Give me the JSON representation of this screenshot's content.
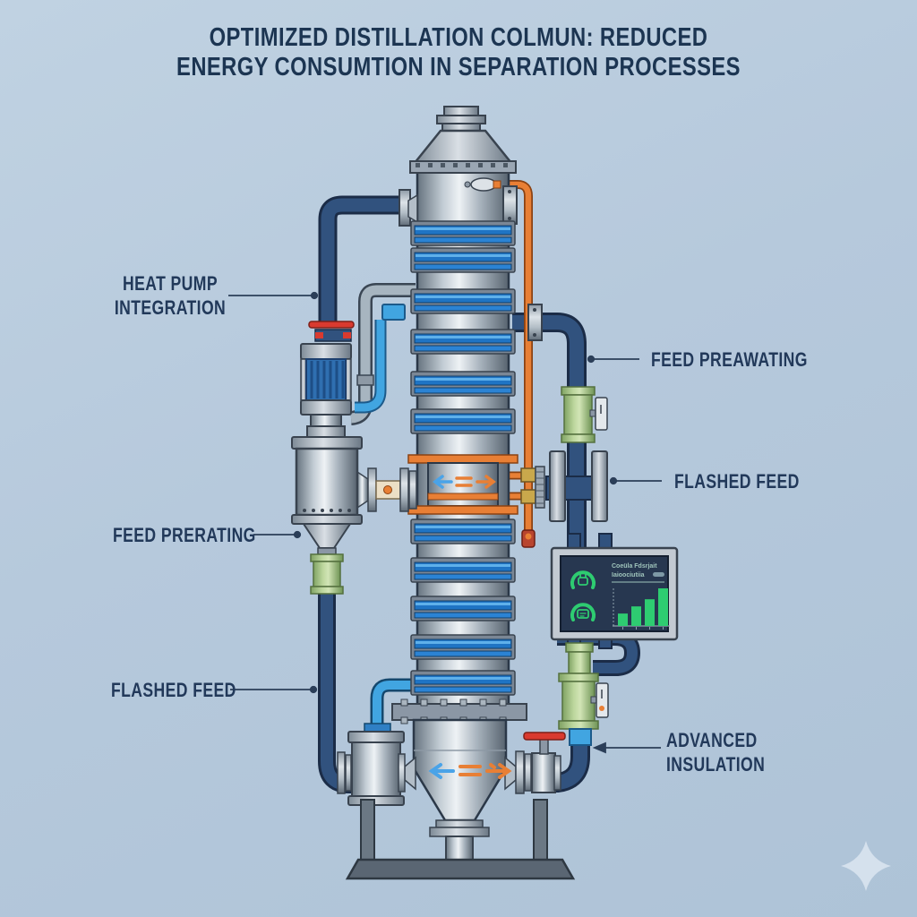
{
  "title": {
    "line1": "OPTIMIZED DISTILLATION COLMUN: REDUCED",
    "line2": "ENERGY CONSUMTION IN SEPARATION PROCESSES"
  },
  "labels": {
    "heat_pump": {
      "line1": "HEAT PUMP",
      "line2": "INTEGRATION"
    },
    "feed_preawating": "FEED PREAWATING",
    "flashed_feed_right": "FLASHED FEED",
    "feed_prerating": "FEED PRERATING",
    "flashed_feed_left": "FLASHED FEED",
    "advanced_insulation": {
      "line1": "ADVANCED",
      "line2": "INSULATION"
    }
  },
  "panel": {
    "display": {
      "line1": "Coeüla Fdsrjait",
      "line2": "Iaioociutiia"
    },
    "chart": {
      "type": "bar",
      "values": [
        33,
        52,
        71,
        100
      ],
      "color": "#2ecc71"
    }
  },
  "colors": {
    "background": "#b6c9dc",
    "title_text": "#1c3552",
    "label_text": "#22395a",
    "pipe_navy": "#31527e",
    "pipe_orange": "#e87f35",
    "pipe_bright_blue": "#41a5e1",
    "tray_blue": "#1f74c4",
    "component_green": "#a9cd8a",
    "valve_red": "#d93a2f",
    "panel_screen": "#273750",
    "panel_green": "#2ecc71",
    "steel_light": "#d6dce3",
    "steel_dark": "#5f6c7b"
  }
}
